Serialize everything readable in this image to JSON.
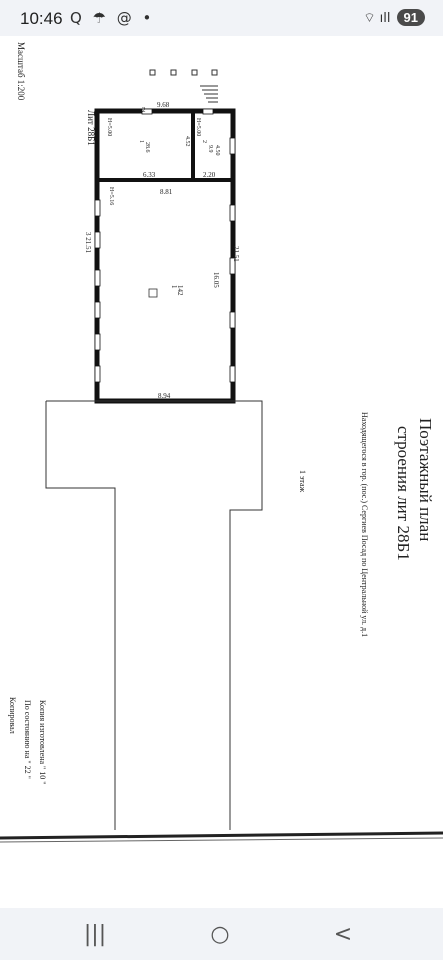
{
  "status_bar": {
    "time": "10:46",
    "left_icons": "Q ☂ @ •",
    "right_icons": "⌔ ıll",
    "battery": "91"
  },
  "document": {
    "scale_label": "Масштаб 1:200",
    "lit_label": "Лит 28Б1",
    "title_line1": "Поэтажный план",
    "title_line2": "строения лит 28Б1",
    "address": "Находящегося в гор. (пос.) Сергиев Посад по Центральной ул. д.1",
    "floor_label": "1 этаж",
    "copy_made": "Копия изготовлена \" 10 \"",
    "as_of": "По состоянию на \" 22 \"",
    "copied_by": "Копировал",
    "dimensions": {
      "top_width": "9.68",
      "left_height_top": "Н=5.00",
      "room1_dim": "4.52",
      "room1_area": "28.6",
      "room1_num": "1",
      "room2_h": "Н=5.00",
      "room2_dim": "4.50",
      "room2_area": "9.9",
      "room2_num": "2",
      "inner_width_left": "6.33",
      "inner_width_right": "2.20",
      "mid_width": "8.81",
      "left_h2": "Н=5.16",
      "outer_left": "3 21.51",
      "outer_right": "21.51",
      "room3_dim": "16.05",
      "room3_area": "142",
      "room3_num": "1",
      "bottom_width": "8.94",
      "corner_2": "2"
    }
  },
  "nav": {
    "recent": "|||",
    "home": "○",
    "back": "<"
  }
}
